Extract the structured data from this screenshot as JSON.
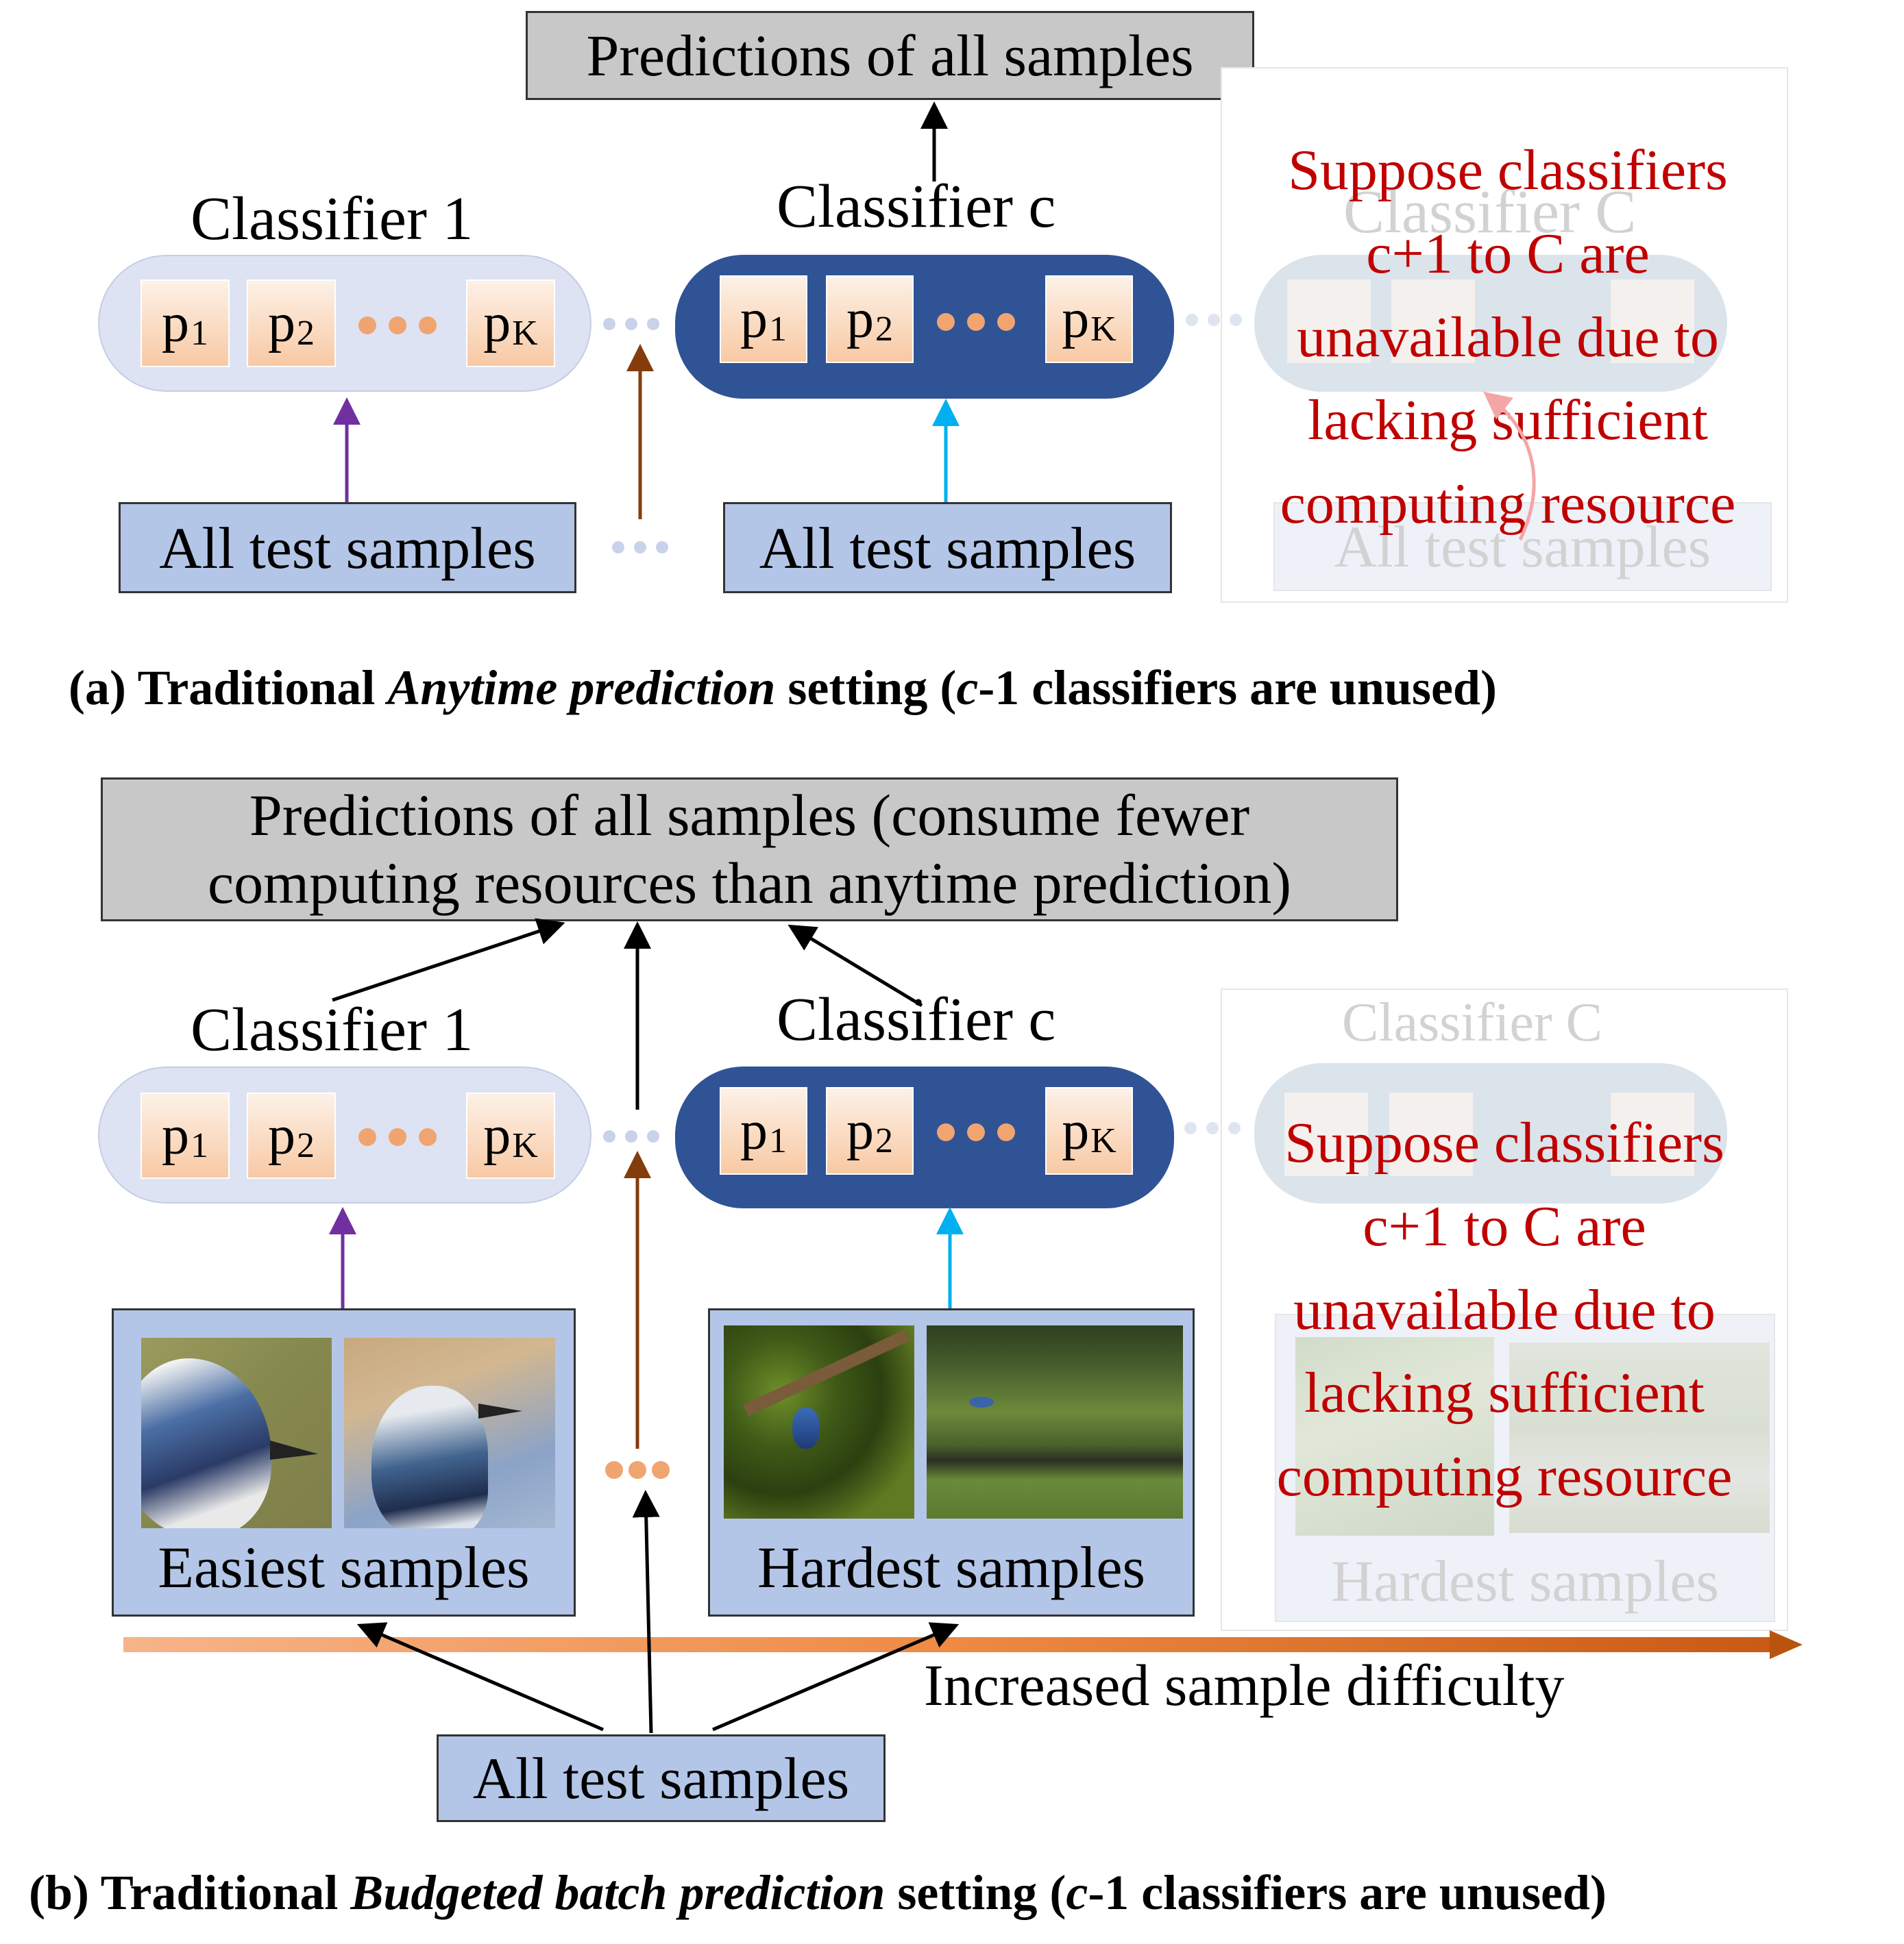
{
  "panel_a": {
    "output_label": "Predictions of all samples",
    "classifier_1": "Classifier 1",
    "classifier_c": "Classifier c",
    "classifier_C": "Classifier C",
    "p1": {
      "base": "p",
      "sub": "1"
    },
    "p2": {
      "base": "p",
      "sub": "2"
    },
    "pK": {
      "base": "p",
      "sub": "K"
    },
    "input_label": "All test samples",
    "note": [
      "Suppose classifiers",
      "c+1 to C are",
      "unavailable due to",
      "lacking sufficient",
      "computing resource"
    ],
    "caption": {
      "prefix": "(a) Traditional ",
      "emph": "Anytime prediction",
      "mid": " setting (",
      "var": "c",
      "suffix": "-1 classifiers are unused)"
    }
  },
  "panel_b": {
    "output_line1": "Predictions of all samples (consume fewer",
    "output_line2": "computing resources than anytime prediction)",
    "classifier_1": "Classifier 1",
    "classifier_c": "Classifier c",
    "classifier_C": "Classifier C",
    "easiest_label": "Easiest samples",
    "hardest_label": "Hardest samples",
    "difficulty_label": "Increased sample difficulty",
    "input_label": "All test samples",
    "note": [
      "Suppose classifiers",
      "c+1 to C are",
      "unavailable due to",
      "lacking sufficient",
      "computing resource"
    ],
    "caption": {
      "prefix": "(b) Traditional ",
      "emph": "Budgeted batch prediction",
      "mid": " setting  (",
      "var": "c",
      "suffix": "-1 classifiers are unused)"
    }
  },
  "colors": {
    "purple_arrow": "#7030a0",
    "brown_arrow": "#843c0c",
    "cyan_arrow": "#00b0f0",
    "red_text": "#c00000",
    "dark_pill": "#2f5395",
    "light_pill": "#dde3f3",
    "blue_box": "#b4c6e7"
  }
}
